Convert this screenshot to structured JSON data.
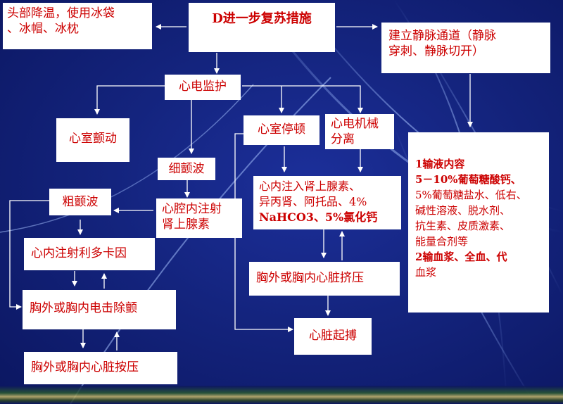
{
  "title": "D进一步复苏措施",
  "colors": {
    "background": "#14247e",
    "box_fill": "#ffffff",
    "text": "#cc0000",
    "arrow": "#ffffff"
  },
  "nodes": {
    "cooling": {
      "lines": [
        "头部降温，使用冰袋",
        "、冰帽、冰枕"
      ]
    },
    "main": {
      "lines": [
        "D进一步复苏措施"
      ]
    },
    "iv_access": {
      "lines": [
        "建立静脉通道（静脉",
        "穿刺、静脉切开）"
      ]
    },
    "ecg": {
      "lines": [
        "心电监护"
      ]
    },
    "vf": {
      "lines": [
        "心室颤动"
      ]
    },
    "fine_vf": {
      "lines": [
        "细颤波"
      ]
    },
    "asystole": {
      "lines": [
        "心室停顿"
      ]
    },
    "emd": {
      "lines": [
        "心电机械",
        "分离"
      ]
    },
    "coarse_vf": {
      "lines": [
        "粗颤波"
      ]
    },
    "intracardiac_epi": {
      "lines": [
        "心腔内注射",
        "肾上腺素"
      ]
    },
    "drugs": {
      "lines": [
        "心内注入肾上腺素、",
        "异丙肾、阿托品、4%",
        "NaHCO3、5%氯化钙"
      ]
    },
    "lidocaine": {
      "lines": [
        "心内注射利多卡因"
      ]
    },
    "defib": {
      "lines": [
        "胸外或胸内电击除颤"
      ]
    },
    "cardiac_compress": {
      "lines": [
        "胸外或胸内心脏挤压"
      ]
    },
    "pacing": {
      "lines": [
        "心脏起搏"
      ]
    },
    "massage": {
      "lines": [
        "胸外或胸内心脏按压"
      ]
    },
    "infusion": {
      "lines": [
        "1输液内容",
        "5－10%葡萄糖酸钙、",
        "5%葡萄糖盐水、低右、",
        "碱性溶液、脱水剂、",
        "抗生素、皮质激素、",
        "能量合剂等",
        "2输血浆、全血、代",
        "血浆"
      ]
    }
  }
}
